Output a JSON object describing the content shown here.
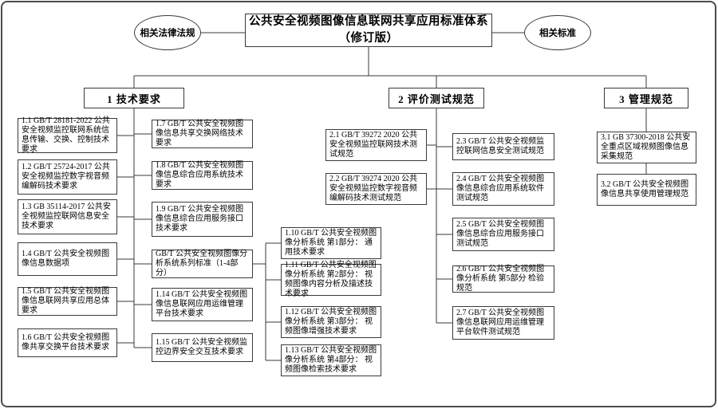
{
  "diagram": {
    "root": {
      "line1": "公共安全视频图像信息联网共享应用标准体系",
      "line2": "（修订版）"
    },
    "left_node": "相关法律法规",
    "right_node": "相关标准",
    "branch1": {
      "label": "1 技术要求",
      "left": [
        "1.1 GB/T 28181-2022 公共安全视频监控联网系统信息传输、交换、控制技术要求",
        "1.2 GB/T 25724-2017 公共安全视频监控数字视音频编解码技术要求",
        "1.3 GB 35114-2017 公共安全视频监控联网信息安全技术要求",
        "1.4 GB/T 公共安全视频图像信息数据项",
        "1.5 GB/T 公共安全视频图像信息联网共享应用总体要求",
        "1.6 GB/T 公共安全视频图像共享交换平台技术要求"
      ],
      "right": [
        "1.7 GB/T 公共安全视频图像信息共享交换网络技术要求",
        "1.8 GB/T 公共安全视频图像信息综合应用系统技术要求",
        "1.9 GB/T 公共安全视频图像信息综合应用服务接口技术要求",
        "GB/T 公共安全视频图像分析系统系列标准（1-4部分）",
        "1.14 GB/T 公共安全视频图像信息联网应用运维管理平台技术要求",
        "1.15 GB/T 公共安全视频监控边界安全交互技术要求"
      ],
      "series": [
        "1.10 GB/T 公共安全视频图像分析系统 第1部分： 通用技术要求",
        "1.11 GB/T 公共安全视频图像分析系统 第2部分： 视频图像内容分析及描述技术要求",
        "1.12 GB/T 公共安全视频图像分析系统 第3部分： 视频图像增强技术要求",
        "1.13 GB/T 公共安全视频图像分析系统 第4部分： 视频图像检索技术要求"
      ]
    },
    "branch2": {
      "label": "2 评价测试规范",
      "left": [
        "2.1 GB/T 39272 2020 公共安全视频监控联网技术测试规范",
        "2.2 GB/T 39274 2020 公共安全视频监控数字视音频编解码技术测试规范"
      ],
      "right": [
        "2.3 GB/T 公共安全视频监控联网信息安全测试规范",
        "2.4 GB/T 公共安全视频图像信息综合应用系统软件测试规范",
        "2.5 GB/T 公共安全视频图像信息综合应用服务接口测试规范",
        "2.6 GB/T 公共安全视频图像分析系统 第5部分 检验规范",
        "2.7 GB/T 公共安全视频图像信息联网应用运维管理平台软件测试规范"
      ]
    },
    "branch3": {
      "label": "3 管理规范",
      "items": [
        "3.1 GB 37300-2018 公共安全重点区域视频图像信息采集规范",
        "3.2 GB/T 公共安全视频图像信息共享使用管理规范"
      ]
    },
    "colors": {
      "line": "#3a3a3a",
      "border": "#3a3a3a",
      "background": "#ffffff",
      "text": "#000000"
    }
  }
}
